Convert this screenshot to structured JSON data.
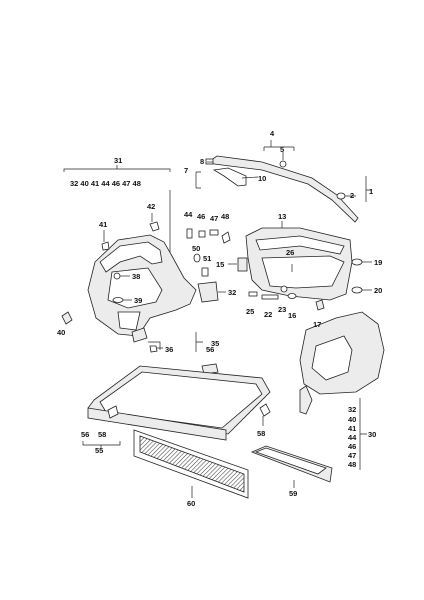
{
  "labels": {
    "l4": "4",
    "l5": "5",
    "l7": "7",
    "l8": "8",
    "l10": "10",
    "l1": "1",
    "l2": "2",
    "l31": "31",
    "l31list": "32 40 41 44 46 47 48",
    "l42": "42",
    "l41": "41",
    "l13": "13",
    "l44": "44",
    "l46": "46",
    "l47": "47",
    "l48": "48",
    "l50": "50",
    "l51": "51",
    "l26": "26",
    "l15": "15",
    "l19": "19",
    "l38": "38",
    "l39": "39",
    "l32": "32",
    "l20": "20",
    "l25": "25",
    "l22": "22",
    "l23": "23",
    "l16": "16",
    "l17": "17",
    "l40": "40",
    "l35": "35",
    "l36": "36",
    "l56": "56",
    "r32": "32",
    "r40": "40",
    "r41": "41",
    "r44": "44",
    "r46": "46",
    "r47": "47",
    "r48": "48",
    "r30": "30",
    "ll56": "56",
    "ll58": "58",
    "l55": "55",
    "rl58": "58",
    "l60": "60",
    "l59": "59"
  }
}
